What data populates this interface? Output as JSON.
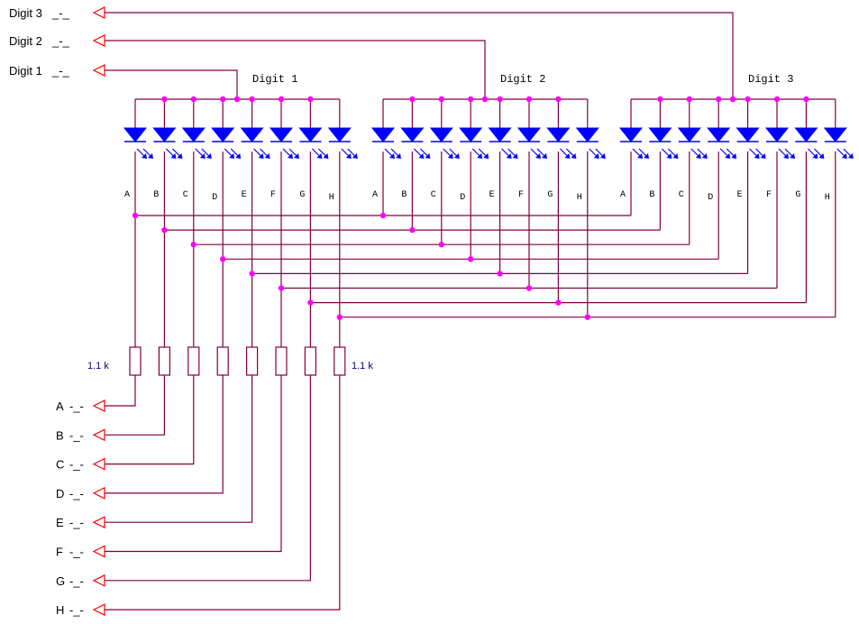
{
  "colors": {
    "wire": "#800040",
    "node": "#ff00ff",
    "led": "#0000ff",
    "port": "#ff0000",
    "resistor_label": "#000080"
  },
  "digit_ports": [
    {
      "name": "Digit 3",
      "suffix": "_-_"
    },
    {
      "name": "Digit 2",
      "suffix": "_-_"
    },
    {
      "name": "Digit 1",
      "suffix": "_-_"
    }
  ],
  "displays": [
    {
      "label": "Digit 1"
    },
    {
      "label": "Digit 2"
    },
    {
      "label": "Digit 3"
    }
  ],
  "segments": [
    "A",
    "B",
    "C",
    "D",
    "E",
    "F",
    "G",
    "H"
  ],
  "resistor_value": "1.1 k",
  "segment_ports": [
    {
      "name": "A",
      "suffix": "-_-"
    },
    {
      "name": "B",
      "suffix": "-_-"
    },
    {
      "name": "C",
      "suffix": "-_-"
    },
    {
      "name": "D",
      "suffix": "-_-"
    },
    {
      "name": "E",
      "suffix": "-_-"
    },
    {
      "name": "F",
      "suffix": "-_-"
    },
    {
      "name": "G",
      "suffix": "-_-"
    },
    {
      "name": "H",
      "suffix": "-_-"
    }
  ]
}
